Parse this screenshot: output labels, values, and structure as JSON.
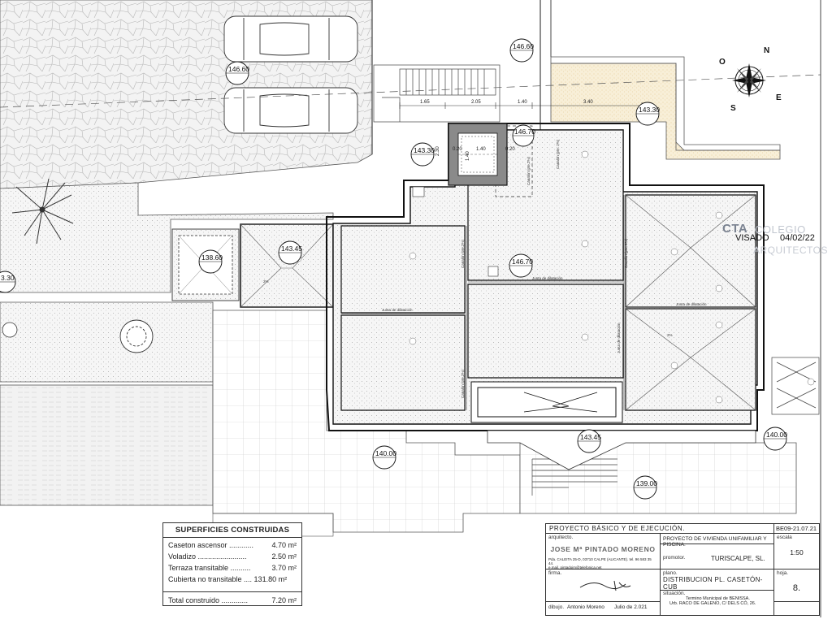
{
  "drawing": {
    "levels": [
      {
        "id": "lvl-146-60-top",
        "text": "146.60"
      },
      {
        "id": "lvl-146-60-left",
        "text": "146.60"
      },
      {
        "id": "lvl-143-30-right",
        "text": "143.30"
      },
      {
        "id": "lvl-143-30-mid",
        "text": "143.30"
      },
      {
        "id": "lvl-146-70-lift",
        "text": "146.70"
      },
      {
        "id": "lvl-143-45-a",
        "text": "143.45"
      },
      {
        "id": "lvl-138-60",
        "text": "138.60"
      },
      {
        "id": "lvl-146-70-roof",
        "text": "146.70"
      },
      {
        "id": "lvl-143-30-edge",
        "text": "3.30"
      },
      {
        "id": "lvl-143-45-b",
        "text": "143.45"
      },
      {
        "id": "lvl-140-00-a",
        "text": "140.00"
      },
      {
        "id": "lvl-140-00-b",
        "text": "140.00"
      },
      {
        "id": "lvl-139-00",
        "text": "139.00"
      }
    ],
    "dimensions": [
      "1.65",
      "2.05",
      "1.40",
      "3.40",
      "1.40",
      "2.30",
      "1.40",
      "0.20",
      "0.20"
    ],
    "expansion_joints": [
      "Junta de dilatación",
      "Junta de dilatación",
      "Junta de dilatación",
      "Junta de dilatación"
    ],
    "slope_labels": [
      "Canalón (pte.2%)",
      "Canalón (pte.2%)",
      "Canalón (pte. 2%)",
      "Canalón (pte. 2%)",
      "Canalón (pte.2%)"
    ],
    "slope_pct": "2%",
    "compass": {
      "letters": [
        "O",
        "N",
        "E",
        "S"
      ]
    }
  },
  "stamp": {
    "brand": "CTA",
    "ghost_top": "COLEGIO",
    "visado": "VISADO",
    "date": "04/02/22",
    "ghost_bottom": "ARQUITECTOS"
  },
  "surfaces": {
    "title": "SUPERFICIES CONSTRUIDAS",
    "rows": [
      {
        "label": "Caseton ascensor ............",
        "value": "4.70 m²"
      },
      {
        "label": "Voladizo ........................",
        "value": "2.50 m²"
      },
      {
        "label": "Terraza transitable ..........",
        "value": "3.70 m²"
      },
      {
        "label": "Cubierta no transitable .... 131.80 m²",
        "value": ""
      }
    ],
    "total": {
      "label": "Total construido .............",
      "value": "7.20 m²"
    }
  },
  "title_block": {
    "project_header": "PROYECTO BÁSICO Y DE EJECUCIÓN.",
    "code": "BE09-21.07.21",
    "architect_label": "arquitecto.",
    "architect_name": "JOSE Mª PINTADO MORENO",
    "architect_address": "Pda. CALEITA 25-D, 03710 CALPE (ALICANTE). tel. 96 583 35 44.",
    "architect_email": "e.mail. pintadojm@telefonica.net",
    "project_description": "PROYECTO DE VIVIENDA UNIFAMILIAR Y PISCINA.",
    "promoter_label": "promotor.",
    "promoter": "TURISCALPE, SL.",
    "scale_label": "escala",
    "scale": "1:50",
    "signature_label": "firma.",
    "plan_label": "plano.",
    "plan_name": "DISTRIBUCION PL. CASETÓN-CUB",
    "sheet_label": "hoja.",
    "sheet": "8.",
    "situation_label": "situación.",
    "situation_line1": "Termino Municipal de BENISSA.",
    "situation_line2": "Urb. RACO DE GALENO, C/ DELS CÓ, 26.",
    "drawn_label": "dibujo.",
    "drawn_by": "Antonio Moreno",
    "date": "Julio de 2.021"
  }
}
